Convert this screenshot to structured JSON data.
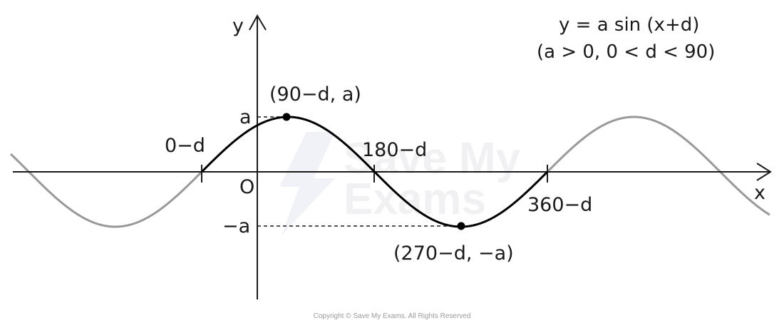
{
  "diagram": {
    "equation": "y = a sin (x+d)",
    "condition": "(a > 0,  0 < d < 90)",
    "axis_labels": {
      "x": "x",
      "y": "y",
      "origin": "O"
    },
    "y_ticks": {
      "max": "a",
      "min": "−a"
    },
    "x_intercepts": {
      "first": "0−d",
      "second": "180−d",
      "third": "360−d"
    },
    "points": {
      "maximum": "(90−d, a)",
      "minimum": "(270−d, −a)"
    },
    "colors": {
      "highlighted_curve": "#000000",
      "background_curve": "#999999",
      "axes": "#1a1a1a",
      "watermark": "#eef0f6"
    },
    "watermark": {
      "line1": "Save My",
      "line2": "Exams"
    }
  },
  "footer": {
    "copyright": "Copyright © Save My Exams. All Rights Reserved"
  }
}
